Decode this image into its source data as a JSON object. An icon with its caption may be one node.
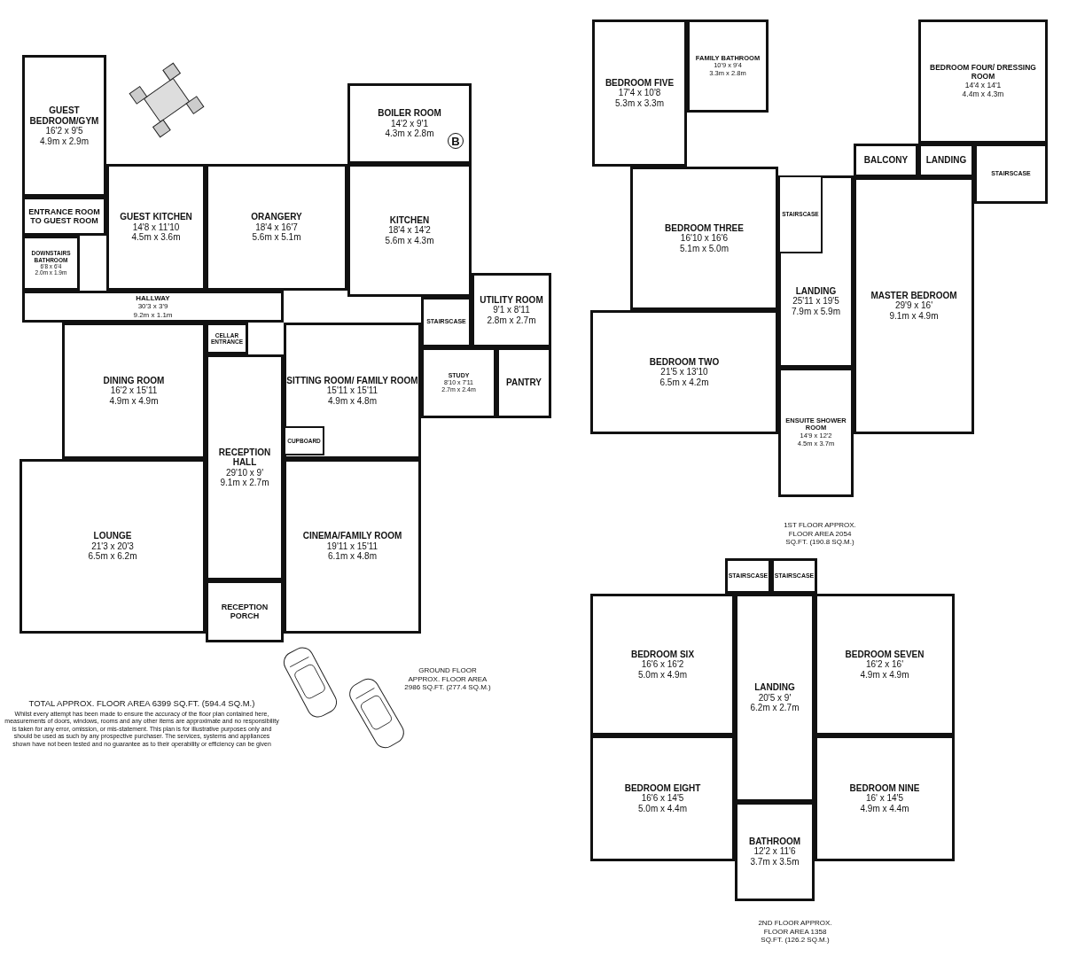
{
  "diagram": {
    "nodes": [
      {
        "text": [
          "GUEST BEDROOM/GYM",
          "16'2 x 9'5",
          "4.9m x 2.9m"
        ]
      },
      {
        "text": [
          "ENTRANCE ROOM TO GUEST ROOM"
        ]
      },
      {
        "text": [
          "DOWNSTAIRS BATHROOM",
          "6'8 x 6'4",
          "2.0m x 1.9m"
        ]
      },
      {
        "text": [
          "BOILER ROOM",
          "14'2 x 9'1",
          "4.3m x 2.8m"
        ]
      },
      {
        "text": [
          "GUEST KITCHEN",
          "14'8 x 11'10",
          "4.5m x 3.6m"
        ]
      },
      {
        "text": [
          "ORANGERY",
          "18'4 x 16'7",
          "5.6m x 5.1m"
        ]
      },
      {
        "text": [
          "KITCHEN",
          "18'4 x 14'2",
          "5.6m x 4.3m"
        ]
      },
      {
        "text": [
          "HALLWAY",
          "30'3 x 3'9",
          "9.2m x 1.1m"
        ]
      },
      {
        "text": [
          "UTILITY ROOM",
          "9'1 x 8'11",
          "2.8m x 2.7m"
        ]
      },
      {
        "text": [
          "STAIRSCASE"
        ]
      },
      {
        "text": [
          "CELLAR ENTRANCE"
        ]
      },
      {
        "text": [
          "DINING ROOM",
          "16'2 x 15'11",
          "4.9m x 4.9m"
        ]
      },
      {
        "text": [
          "SITTING ROOM/ FAMILY ROOM",
          "15'11 x 15'11",
          "4.9m x 4.8m"
        ]
      },
      {
        "text": [
          "STUDY",
          "8'10 x 7'11",
          "2.7m x 2.4m"
        ]
      },
      {
        "text": [
          "PANTRY"
        ]
      },
      {
        "text": [
          "CUPBOARD"
        ],
        "in": 12
      },
      {
        "text": [
          "LOUNGE",
          "21'3 x 20'3",
          "6.5m x 6.2m"
        ]
      },
      {
        "text": [
          "RECEPTION HALL",
          "29'10 x 9'",
          "9.1m x 2.7m"
        ]
      },
      {
        "text": [
          "CINEMA/FAMILY ROOM",
          "19'11 x 15'11",
          "6.1m x 4.8m"
        ]
      },
      {
        "text": [
          "RECEPTION PORCH"
        ]
      },
      {
        "text": [
          "BEDROOM FIVE",
          "17'4 x 10'8",
          "5.3m x 3.3m"
        ]
      },
      {
        "text": [
          "FAMILY BATHROOM",
          "10'9 x 9'4",
          "3.3m x 2.8m"
        ]
      },
      {
        "text": [
          "BEDROOM FOUR/ DRESSING ROOM",
          "14'4 x 14'1",
          "4.4m x 4.3m"
        ]
      },
      {
        "text": [
          "BALCONY"
        ]
      },
      {
        "text": [
          "LANDING"
        ]
      },
      {
        "text": [
          "STAIRSCASE"
        ]
      },
      {
        "text": [
          "BEDROOM THREE",
          "16'10 x 16'6",
          "5.1m x 5.0m"
        ]
      },
      {
        "text": [
          "LANDING",
          "25'11 x 19'5",
          "7.9m x 5.9m"
        ]
      },
      {
        "text": [
          "STAIRSCASE"
        ],
        "in": 27
      },
      {
        "text": [
          "BEDROOM TWO",
          "21'5 x 13'10",
          "6.5m x 4.2m"
        ]
      },
      {
        "text": [
          "MASTER BEDROOM",
          "29'9 x 16'",
          "9.1m x 4.9m"
        ]
      },
      {
        "text": [
          "ENSUITE SHOWER ROOM",
          "14'9 x 12'2",
          "4.5m x 3.7m"
        ]
      },
      {
        "text": [
          "STAIRSCASE"
        ]
      },
      {
        "text": [
          "STAIRSCASE"
        ]
      },
      {
        "text": [
          "BEDROOM SIX",
          "16'6 x 16'2",
          "5.0m x 4.9m"
        ]
      },
      {
        "text": [
          "BEDROOM SEVEN",
          "16'2 x 16'",
          "4.9m x 4.9m"
        ]
      },
      {
        "text": [
          "LANDING",
          "20'5 x 9'",
          "6.2m x 2.7m"
        ]
      },
      {
        "text": [
          "BEDROOM EIGHT",
          "16'6 x 14'5",
          "5.0m x 4.4m"
        ]
      },
      {
        "text": [
          "BEDROOM NINE",
          "16' x 14'5",
          "4.9m x 4.4m"
        ]
      },
      {
        "text": [
          "BATHROOM",
          "12'2 x 11'6",
          "3.7m x 3.5m"
        ]
      }
    ],
    "edges": [],
    "labels": [
      "B",
      "GROUND FLOOR APPROX. FLOOR AREA 2986 SQ.FT. (277.4 SQ.M.)",
      "TOTAL APPROX. FLOOR AREA 6399 SQ.FT. (594.4 SQ.M.)",
      "Whilst every attempt has been made to ensure the accuracy of the floor plan contained here, measurements of doors, windows, rooms and any other items are approximate and no responsibility is taken for any error, omission, or mis-statement. This plan is for illustrative purposes only and should be used as such by any prospective purchaser. The services, systems and appliances shown have not been tested and no guarantee as to their operability or efficiency can be given",
      "1ST FLOOR APPROX. FLOOR AREA 2054 SQ.FT. (190.8 SQ.M.)",
      "2ND FLOOR APPROX. FLOOR AREA 1358 SQ.FT. (126.2 SQ.M.)"
    ]
  }
}
